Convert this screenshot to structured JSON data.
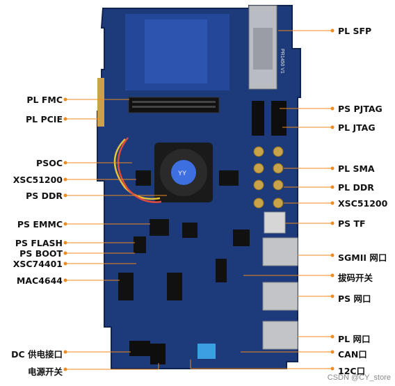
{
  "labels_left": [
    {
      "text": "PL FMC"
    },
    {
      "text": "PL PCIE"
    },
    {
      "text": "PSOC"
    },
    {
      "text": "XSC51200"
    },
    {
      "text": "PS DDR"
    },
    {
      "text": "PS EMMC"
    },
    {
      "text": "PS FLASH"
    },
    {
      "text": "PS BOOT"
    },
    {
      "text": "XSC74401"
    },
    {
      "text": "MAC4644"
    },
    {
      "text": "DC 供电接口"
    },
    {
      "text": "电源开关"
    }
  ],
  "labels_right": [
    {
      "text": "PL SFP"
    },
    {
      "text": "PS PJTAG"
    },
    {
      "text": "PL JTAG"
    },
    {
      "text": "PL SMA"
    },
    {
      "text": "PL DDR"
    },
    {
      "text": "XSC51200"
    },
    {
      "text": "PS TF"
    },
    {
      "text": "SGMII 网口"
    },
    {
      "text": "拔码开关"
    },
    {
      "text": "PS 网口"
    },
    {
      "text": "PL 网口"
    },
    {
      "text": "CAN口"
    },
    {
      "text": "12C口"
    }
  ],
  "board_silkscreen": "PR1450 V1",
  "fan_label": "YY",
  "watermark": "CSDN @CY_store",
  "colors": {
    "pcb": "#1d3a7a",
    "pcb_dark": "#152c60",
    "leader": "#f08a1c",
    "gold": "#c9a34a"
  }
}
